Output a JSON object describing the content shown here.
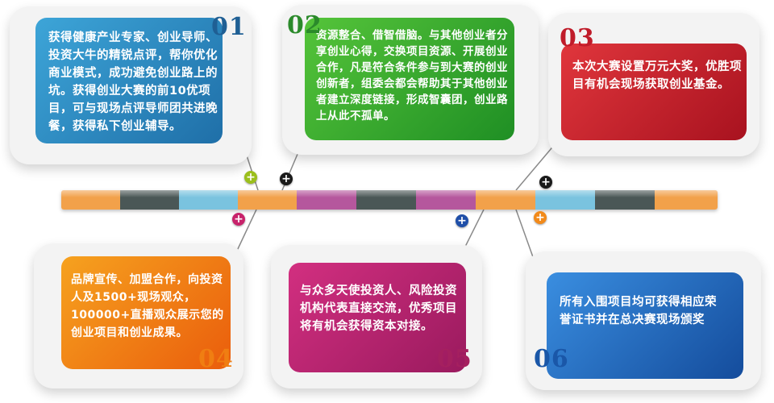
{
  "cards": [
    {
      "number": "01",
      "text": "获得健康产业专家、创业导师、投资大牛的精锐点评，帮你优化商业模式，成功避免创业路上的坑。获得创业大赛的前10优项目，可与现场点评导师团共进晚餐，获得私下创业辅导。"
    },
    {
      "number": "02",
      "text": "资源整合、借智借脑。与其他创业者分享创业心得，交换项目资源、开展创业合作，凡是符合条件参与到大赛的创业创新者，组委会都会帮助其于其他创业者建立深度链接，形成智囊团，创业路上从此不孤单。"
    },
    {
      "number": "03",
      "text": "本次大赛设置万元大奖，优胜项目有机会现场获取创业基金。"
    },
    {
      "number": "04",
      "text": "品牌宣传、加盟合作，向投资人及1500+现场观众，100000+直播观众展示您的创业项目和创业成果。"
    },
    {
      "number": "05",
      "text": "与众多天使投资人、风险投资机构代表直接交流，优秀项目将有机会获得资本对接。"
    },
    {
      "number": "06",
      "text": "所有入围项目均可获得相应荣誉证书并在总决赛现场颁奖"
    }
  ],
  "pins": [
    {
      "symbol": "+",
      "color": "#9bbf1c",
      "icon": "plus-icon"
    },
    {
      "symbol": "+",
      "color": "#1a1a1a",
      "icon": "plus-icon"
    },
    {
      "symbol": "+",
      "color": "#1a1a1a",
      "icon": "plus-icon"
    },
    {
      "symbol": "+",
      "color": "#c8236b",
      "icon": "plus-icon"
    },
    {
      "symbol": "+",
      "color": "#1f4fa8",
      "icon": "plus-icon"
    },
    {
      "symbol": "+",
      "color": "#f28a1a",
      "icon": "plus-icon"
    }
  ],
  "colors": {
    "card1": "#2f8fc4",
    "card2": "#2ea82e",
    "card3": "#c51d2a",
    "card4": "#f07e12",
    "card5": "#b01f6a",
    "card6": "#1a5fb8",
    "num1": "#1f5f94",
    "num2": "#2b8a2b",
    "num3": "#c01c2a",
    "num4": "#f07e12",
    "num5": "#a5205f",
    "num6": "#1a57a8"
  }
}
